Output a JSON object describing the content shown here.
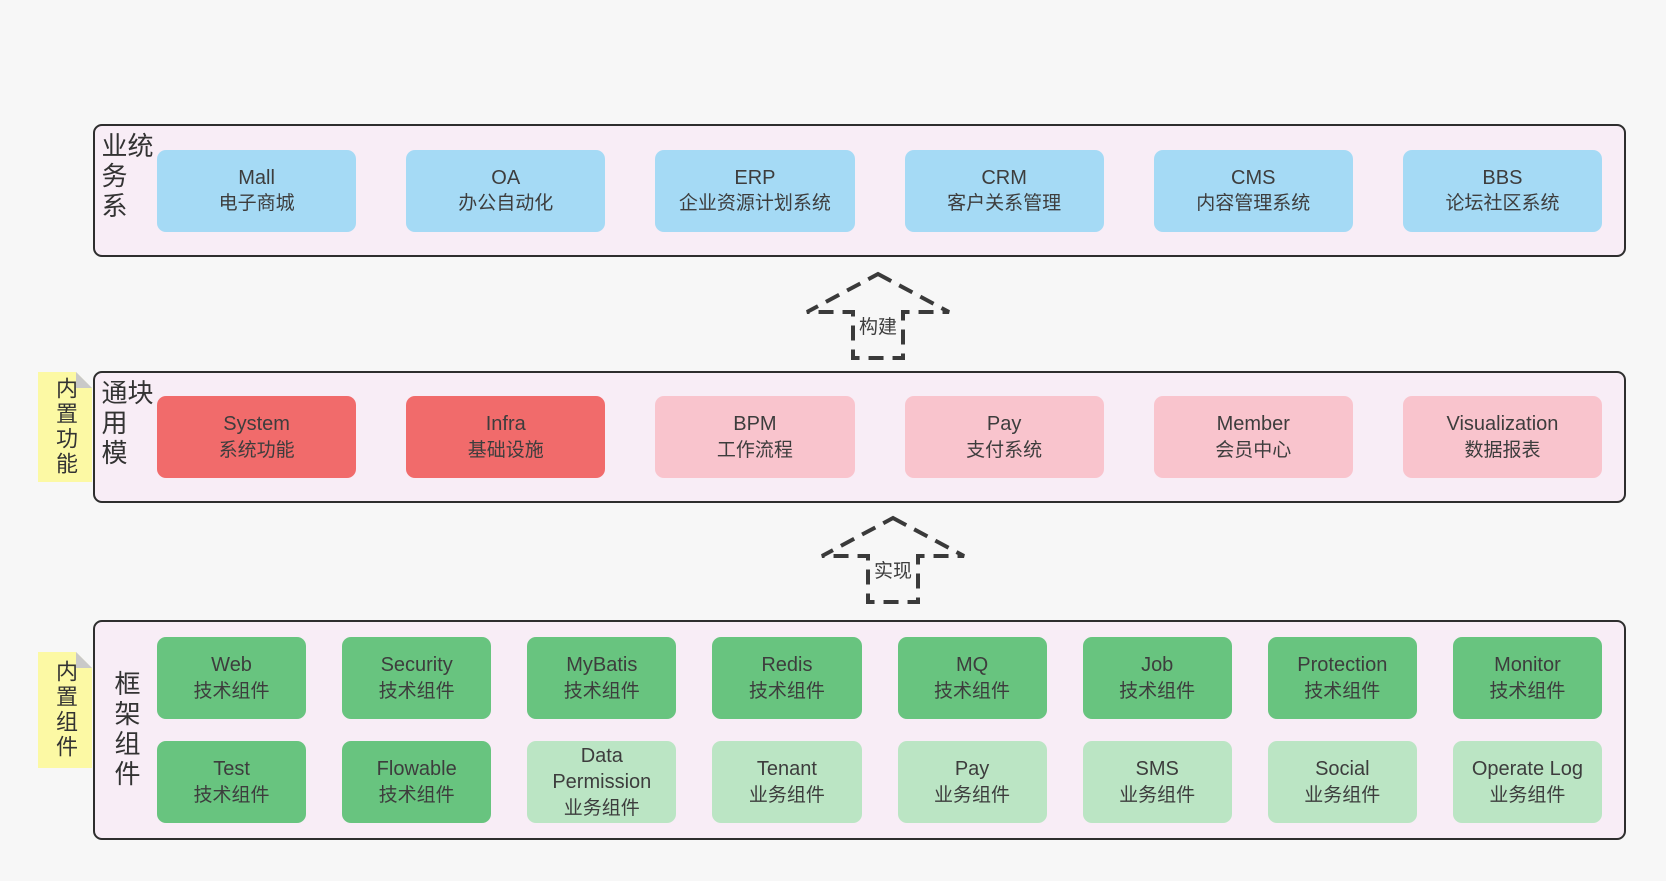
{
  "colors": {
    "pageBg": "#f7f7f7",
    "panelBg": "#f8edf6",
    "panelBorder": "#2e2e2e",
    "text": "#3d3d3d",
    "blue": "#a5daf5",
    "red": "#f16b6b",
    "pink": "#f9c4cd",
    "green": "#68c47f",
    "lightgreen": "#bbe5c4",
    "yellow": "#fcf9a4",
    "fold": "#c9c9c9",
    "arrow": "#3a3a3a"
  },
  "panels": [
    {
      "label": "业务系统",
      "boxes": [
        {
          "title": "Mall",
          "subtitle": "电子商城"
        },
        {
          "title": "OA",
          "subtitle": "办公自动化"
        },
        {
          "title": "ERP",
          "subtitle": "企业资源计划系统"
        },
        {
          "title": "CRM",
          "subtitle": "客户关系管理"
        },
        {
          "title": "CMS",
          "subtitle": "内容管理系统"
        },
        {
          "title": "BBS",
          "subtitle": "论坛社区系统"
        }
      ]
    },
    {
      "tab": "内置功能",
      "label": "通用模块",
      "boxes": [
        {
          "title": "System",
          "subtitle": "系统功能"
        },
        {
          "title": "Infra",
          "subtitle": "基础设施"
        },
        {
          "title": "BPM",
          "subtitle": "工作流程"
        },
        {
          "title": "Pay",
          "subtitle": "支付系统"
        },
        {
          "title": "Member",
          "subtitle": "会员中心"
        },
        {
          "title": "Visualization",
          "subtitle": "数据报表"
        }
      ]
    },
    {
      "tab": "内置组件",
      "label": "框架组件",
      "rows": [
        [
          {
            "title": "Web",
            "subtitle": "技术组件"
          },
          {
            "title": "Security",
            "subtitle": "技术组件"
          },
          {
            "title": "MyBatis",
            "subtitle": "技术组件"
          },
          {
            "title": "Redis",
            "subtitle": "技术组件"
          },
          {
            "title": "MQ",
            "subtitle": "技术组件"
          },
          {
            "title": "Job",
            "subtitle": "技术组件"
          },
          {
            "title": "Protection",
            "subtitle": "技术组件"
          },
          {
            "title": "Monitor",
            "subtitle": "技术组件"
          }
        ],
        [
          {
            "title": "Test",
            "subtitle": "技术组件"
          },
          {
            "title": "Flowable",
            "subtitle": "技术组件"
          },
          {
            "title": "Data Permission",
            "subtitle": "业务组件"
          },
          {
            "title": "Tenant",
            "subtitle": "业务组件"
          },
          {
            "title": "Pay",
            "subtitle": "业务组件"
          },
          {
            "title": "SMS",
            "subtitle": "业务组件"
          },
          {
            "title": "Social",
            "subtitle": "业务组件"
          },
          {
            "title": "Operate Log",
            "subtitle": "业务组件"
          }
        ]
      ]
    }
  ],
  "arrows": [
    {
      "label": "构建"
    },
    {
      "label": "实现"
    }
  ]
}
